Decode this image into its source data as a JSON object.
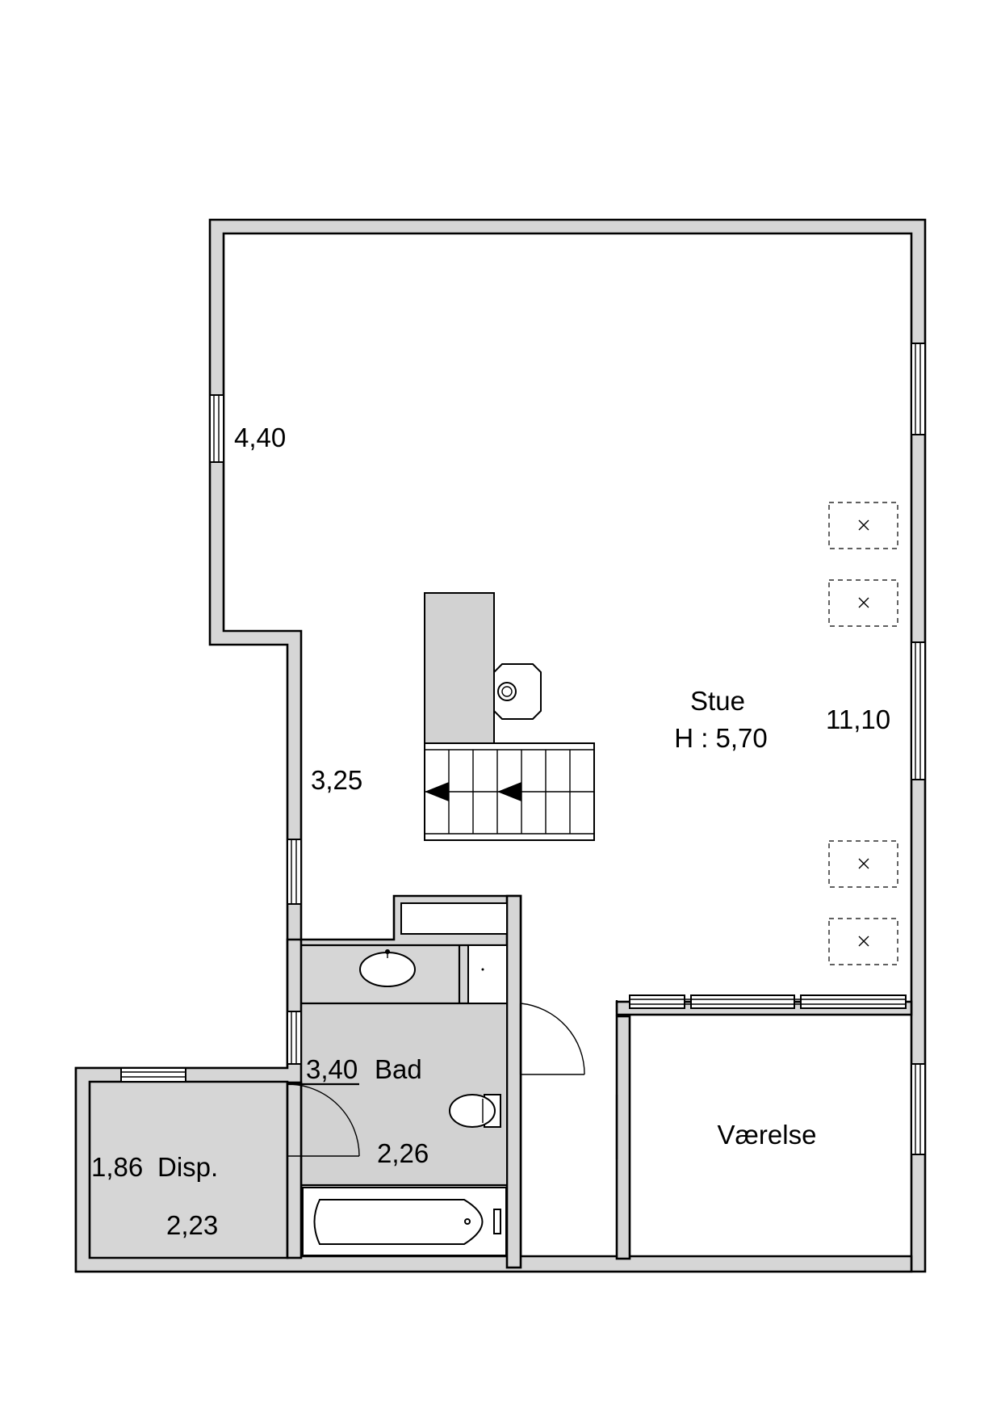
{
  "rooms": {
    "living": {
      "name": "Stue",
      "height_label": "H : 5,70"
    },
    "bedroom": {
      "name": "Værelse"
    },
    "bathroom": {
      "name": "Bad",
      "width_label": "3,40",
      "depth_label": "2,26"
    },
    "storage": {
      "name": "Disp.",
      "width_label": "1,86",
      "depth_label": "2,23"
    }
  },
  "dimensions": {
    "west_upper": "4,40",
    "west_lower": "3,25",
    "east": "11,10"
  },
  "colors": {
    "wall": "#d6d6d6",
    "bathroom_floor": "#d2d2d2",
    "line": "#000000",
    "background": "#ffffff"
  }
}
